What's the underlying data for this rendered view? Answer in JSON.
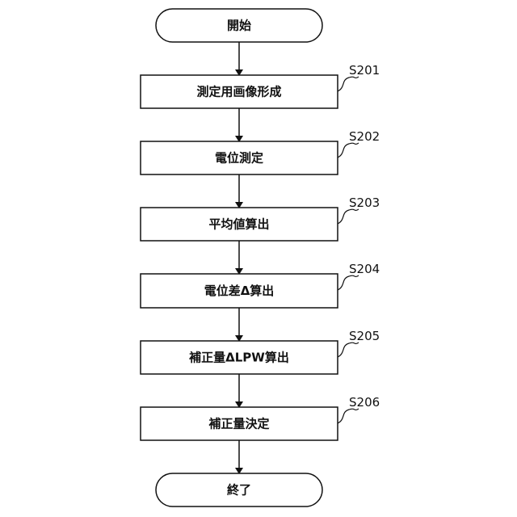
{
  "flowchart": {
    "start": {
      "label": "開始"
    },
    "end": {
      "label": "終了"
    },
    "steps": [
      {
        "id": "S201",
        "label": "測定用画像形成"
      },
      {
        "id": "S202",
        "label": "電位測定"
      },
      {
        "id": "S203",
        "label": "平均値算出"
      },
      {
        "id": "S204",
        "label": "電位差Δ算出"
      },
      {
        "id": "S205",
        "label": "補正量ΔLPW算出"
      },
      {
        "id": "S206",
        "label": "補正量決定"
      }
    ]
  }
}
